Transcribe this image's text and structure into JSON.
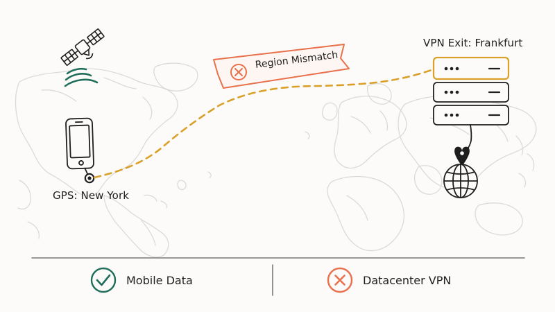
{
  "diagram": {
    "mismatch_badge": {
      "label": "Region Mismatch",
      "icon": "x-circle-icon",
      "color": "#e8704a"
    },
    "phone_label": "GPS: New York",
    "vpn_label": "VPN Exit: Frankfurt",
    "route_color": "#d9a02a",
    "server_highlight_color": "#d9a02a",
    "legend": {
      "items": [
        {
          "label": "Mobile Data",
          "icon": "check-circle-icon",
          "color": "#1f6e5a"
        },
        {
          "label": "Datacenter VPN",
          "icon": "x-circle-icon",
          "color": "#e8704a"
        }
      ]
    }
  }
}
